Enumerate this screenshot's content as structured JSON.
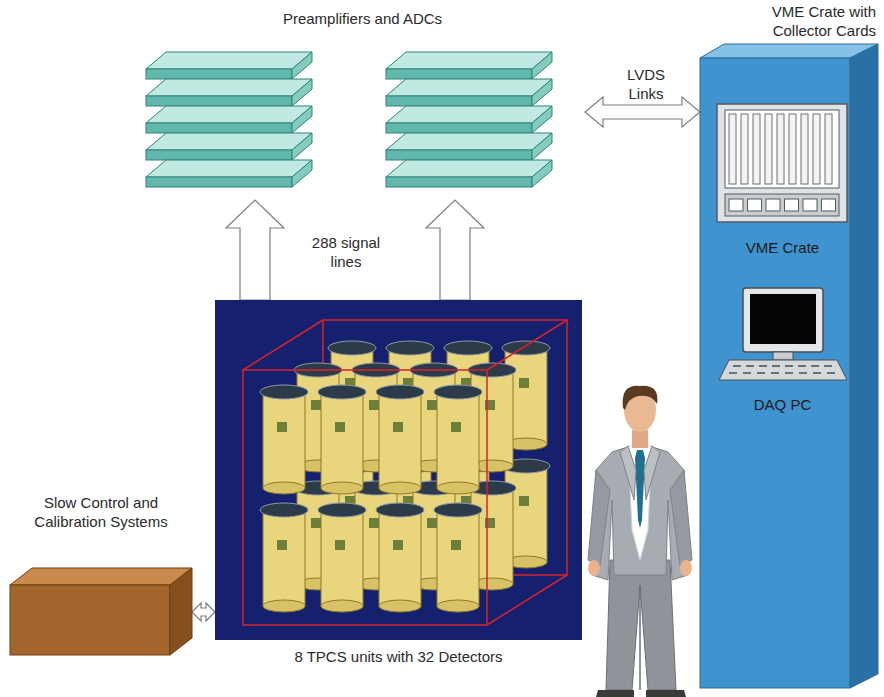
{
  "diagram": {
    "nodes": [
      {
        "text": [
          "Preamplifiers and ADCs"
        ]
      },
      {
        "text": [
          "VME Crate with Collector Cards"
        ]
      },
      {
        "text": [
          "VME Crate"
        ],
        "in": 1
      },
      {
        "text": [
          "DAQ PC"
        ],
        "in": 1
      },
      {
        "text": [
          "8 TPCS units with 32 Detectors"
        ]
      },
      {
        "text": [
          "Slow Control and Calibration Systems"
        ]
      }
    ],
    "edges": [
      {
        "from": 4,
        "to": 0,
        "arrow": "to",
        "label": "288 signal lines"
      },
      {
        "from": 4,
        "to": 0,
        "arrow": "to"
      },
      {
        "from": 0,
        "to": 1,
        "arrow": "both",
        "label": "LVDS Links"
      },
      {
        "from": 5,
        "to": 4,
        "arrow": "both"
      }
    ]
  }
}
